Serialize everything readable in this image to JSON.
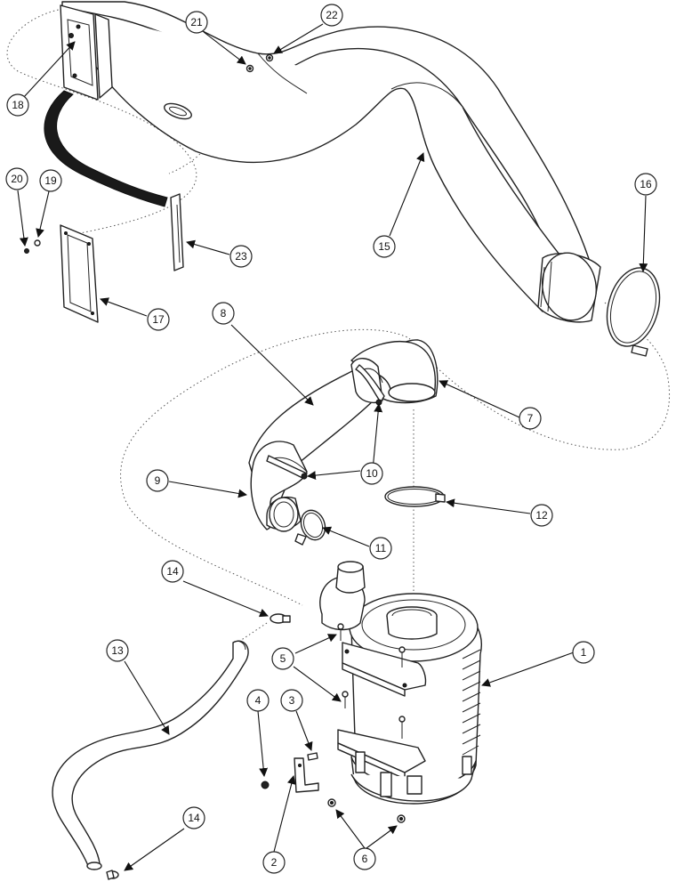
{
  "diagram": {
    "callouts": [
      {
        "id": "c1",
        "label": "1"
      },
      {
        "id": "c2",
        "label": "2"
      },
      {
        "id": "c3",
        "label": "3"
      },
      {
        "id": "c4",
        "label": "4"
      },
      {
        "id": "c5",
        "label": "5"
      },
      {
        "id": "c6",
        "label": "6"
      },
      {
        "id": "c7",
        "label": "7"
      },
      {
        "id": "c8",
        "label": "8"
      },
      {
        "id": "c9",
        "label": "9"
      },
      {
        "id": "c10",
        "label": "10"
      },
      {
        "id": "c11",
        "label": "11"
      },
      {
        "id": "c12",
        "label": "12"
      },
      {
        "id": "c13",
        "label": "13"
      },
      {
        "id": "c14a",
        "label": "14"
      },
      {
        "id": "c14b",
        "label": "14"
      },
      {
        "id": "c15",
        "label": "15"
      },
      {
        "id": "c16",
        "label": "16"
      },
      {
        "id": "c17",
        "label": "17"
      },
      {
        "id": "c18",
        "label": "18"
      },
      {
        "id": "c19",
        "label": "19"
      },
      {
        "id": "c20",
        "label": "20"
      },
      {
        "id": "c21",
        "label": "21"
      },
      {
        "id": "c22",
        "label": "22"
      },
      {
        "id": "c23",
        "label": "23"
      }
    ]
  }
}
